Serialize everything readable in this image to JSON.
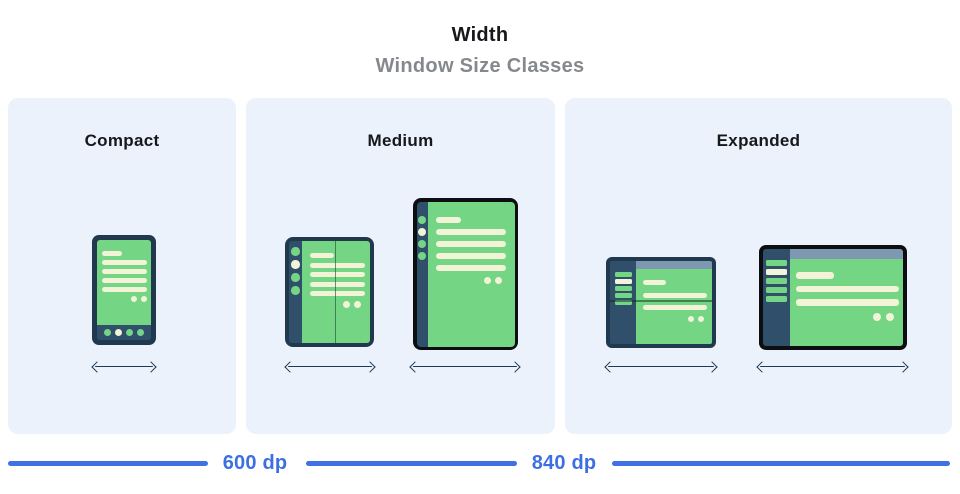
{
  "header": {
    "title": "Width",
    "subtitle": "Window Size Classes"
  },
  "panels": [
    {
      "id": "compact",
      "label": "Compact",
      "devices": [
        "phone-portrait"
      ]
    },
    {
      "id": "medium",
      "label": "Medium",
      "devices": [
        "foldable-open-portrait",
        "tablet-portrait"
      ]
    },
    {
      "id": "expanded",
      "label": "Expanded",
      "devices": [
        "foldable-open-landscape",
        "tablet-landscape"
      ]
    }
  ],
  "ruler": {
    "breakpoints": [
      {
        "label": "600 dp"
      },
      {
        "label": "840 dp"
      }
    ]
  },
  "colors": {
    "accent_blue": "#4170E4",
    "panel_background": "#EBF2FB",
    "device_frame_navy": "#20394F",
    "device_rail_navy": "#2F4F6B",
    "device_frame_black": "#0C0E11",
    "screen_green": "#74D685",
    "skeleton_cream": "#F2F3D7",
    "topbar_slate": "#7E98B1",
    "title_black": "#16181B",
    "subtitle_gray": "#85898E"
  }
}
